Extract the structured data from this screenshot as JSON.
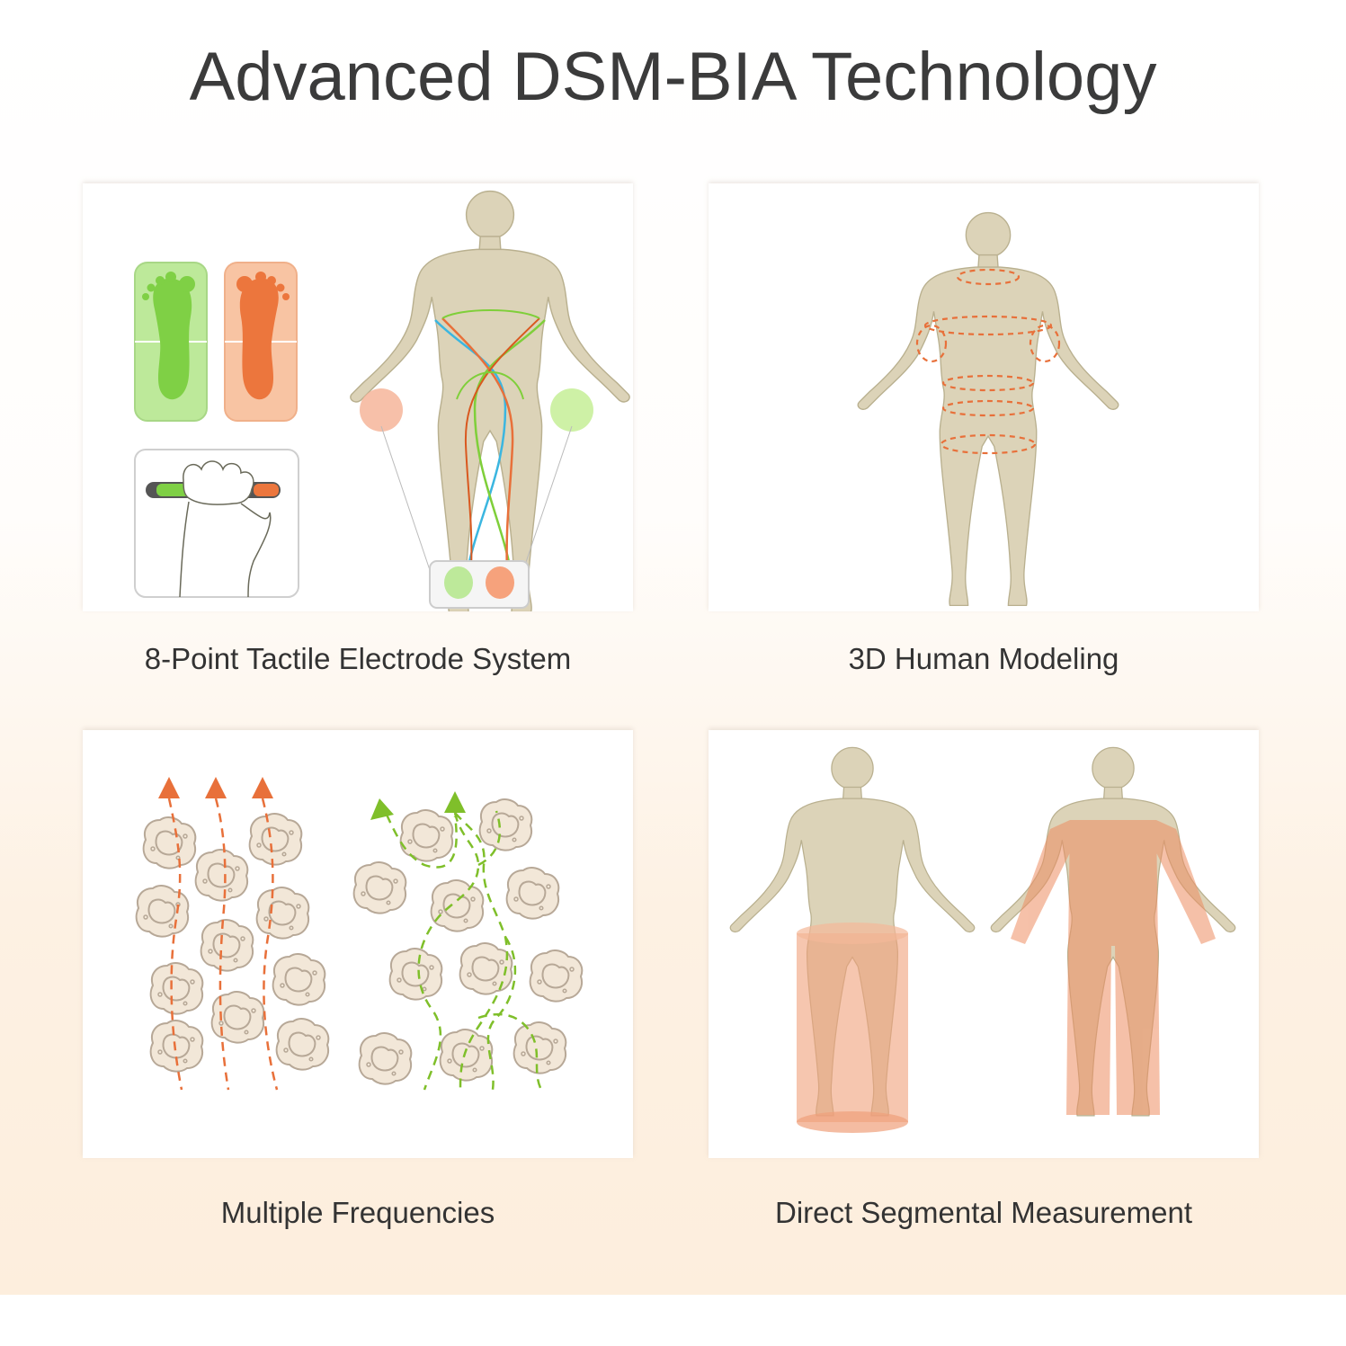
{
  "title": "Advanced DSM-BIA Technology",
  "features": [
    {
      "label": "8-Point Tactile Electrode System",
      "icon": "electrode-body-illustration"
    },
    {
      "label": "3D Human Modeling",
      "icon": "body-model-illustration"
    },
    {
      "label": "Multiple Frequencies",
      "icon": "cell-current-illustration"
    },
    {
      "label": "Direct Segmental Measurement",
      "icon": "segmental-body-illustration"
    }
  ],
  "colors": {
    "title": "#3b3b3b",
    "caption": "#333333",
    "body": "#dcd3b8",
    "body_outline": "#b9b08f",
    "orange": "#e8703a",
    "green": "#7fcf3a",
    "blue": "#3bb6e0"
  }
}
